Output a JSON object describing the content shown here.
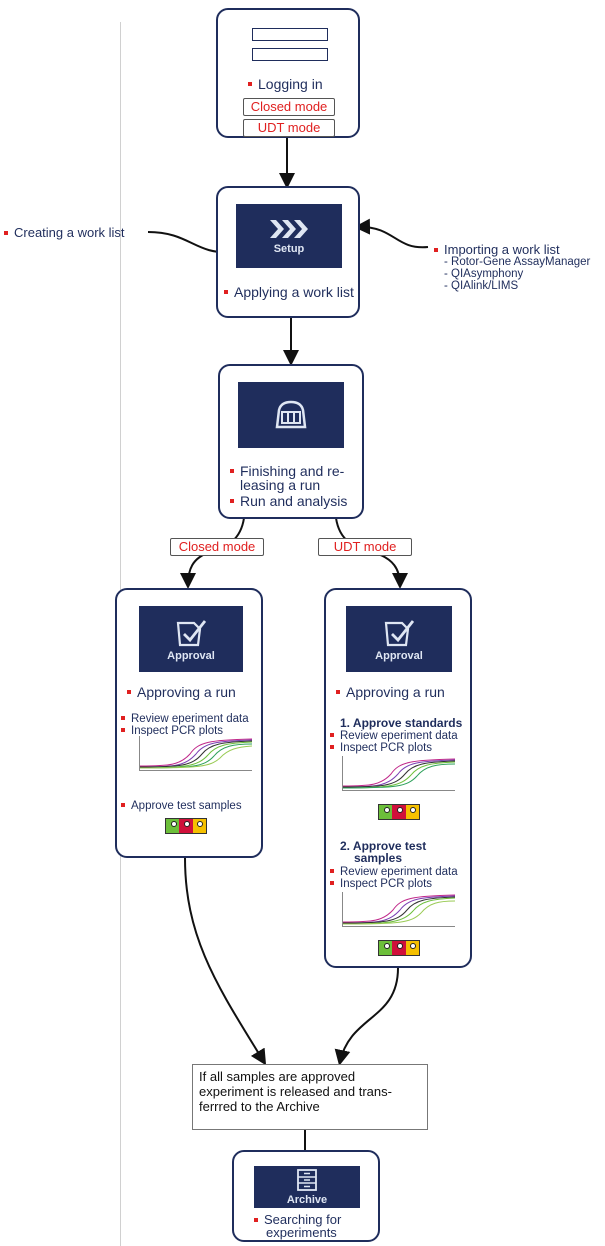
{
  "login": {
    "bullet": "Logging in",
    "mode_closed": "Closed mode",
    "mode_udt": "UDT mode"
  },
  "setup": {
    "tile_caption": "Setup",
    "bullet": "Applying a work list",
    "left_label": "Creating a work list",
    "right_title": "Importing a work list",
    "right_items": [
      "- Rotor-Gene AssayManager",
      "- QIAsymphony",
      "- QIAlink/LIMS"
    ]
  },
  "run": {
    "bullet1_line1": "Finishing and re-",
    "bullet1_line2": "leasing a run",
    "bullet2": "Run and analysis"
  },
  "branches": {
    "closed_tag": "Closed mode",
    "udt_tag": "UDT mode"
  },
  "approval_closed": {
    "tile_caption": "Approval",
    "bullet": "Approving a run",
    "item1": "Review eperiment data",
    "item2": "Inspect PCR plots",
    "item3": "Approve test samples"
  },
  "approval_udt": {
    "tile_caption": "Approval",
    "bullet": "Approving a run",
    "step1": "1. Approve standards",
    "step1_item1": "Review eperiment data",
    "step1_item2": "Inspect PCR plots",
    "step2_line1": "2. Approve test",
    "step2_line2": "samples",
    "step2_item1": "Review eperiment data",
    "step2_item2": "Inspect PCR plots"
  },
  "release_note": {
    "line1": "If all samples are approved",
    "line2": "experiment is released and trans-",
    "line3": "ferrred to the Archive"
  },
  "archive": {
    "tile_caption": "Archive",
    "bullet_line1": "Searching for",
    "bullet_line2": "experiments"
  },
  "colors": {
    "navy": "#1f2d5c",
    "accent_red": "#e02020",
    "swatch_green": "#6cbf3a",
    "swatch_red": "#d0103a",
    "swatch_yellow": "#f5c000"
  }
}
